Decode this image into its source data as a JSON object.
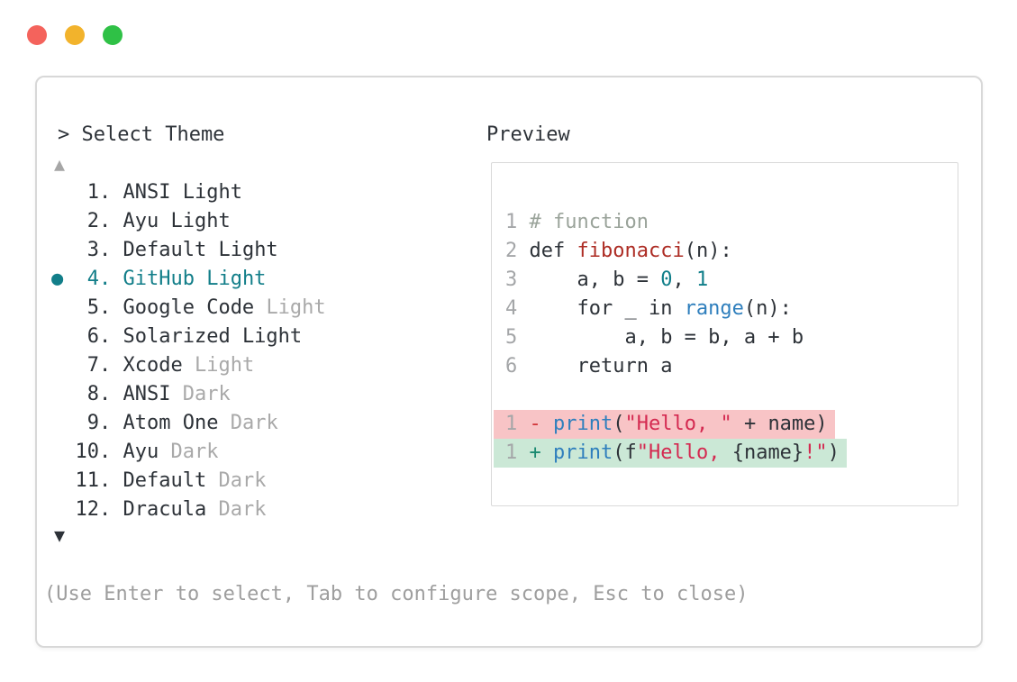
{
  "window": {
    "controls": [
      {
        "name": "close",
        "color": "#f4635c"
      },
      {
        "name": "minimize",
        "color": "#f2b32c"
      },
      {
        "name": "maximize",
        "color": "#2fc146"
      }
    ]
  },
  "dialog": {
    "title": "> Select Theme",
    "scroll_up_indicator": "▲",
    "scroll_down_indicator": "▼",
    "help_text": "(Use Enter to select, Tab to configure scope, Esc to close)",
    "theme_list": {
      "selected_number": 4,
      "bullet_glyph": "●",
      "items": [
        {
          "number": 1,
          "name": "ANSI",
          "variant": "Light",
          "variant_dimmed": false,
          "selected": false
        },
        {
          "number": 2,
          "name": "Ayu",
          "variant": "Light",
          "variant_dimmed": false,
          "selected": false
        },
        {
          "number": 3,
          "name": "Default",
          "variant": "Light",
          "variant_dimmed": false,
          "selected": false
        },
        {
          "number": 4,
          "name": "GitHub",
          "variant": "Light",
          "variant_dimmed": false,
          "selected": true
        },
        {
          "number": 5,
          "name": "Google Code",
          "variant": "Light",
          "variant_dimmed": true,
          "selected": false
        },
        {
          "number": 6,
          "name": "Solarized",
          "variant": "Light",
          "variant_dimmed": false,
          "selected": false
        },
        {
          "number": 7,
          "name": "Xcode",
          "variant": "Light",
          "variant_dimmed": true,
          "selected": false
        },
        {
          "number": 8,
          "name": "ANSI",
          "variant": "Dark",
          "variant_dimmed": true,
          "selected": false
        },
        {
          "number": 9,
          "name": "Atom One",
          "variant": "Dark",
          "variant_dimmed": true,
          "selected": false
        },
        {
          "number": 10,
          "name": "Ayu",
          "variant": "Dark",
          "variant_dimmed": true,
          "selected": false
        },
        {
          "number": 11,
          "name": "Default",
          "variant": "Dark",
          "variant_dimmed": true,
          "selected": false
        },
        {
          "number": 12,
          "name": "Dracula",
          "variant": "Dark",
          "variant_dimmed": true,
          "selected": false
        }
      ]
    },
    "preview": {
      "label": "Preview",
      "code_lines": [
        {
          "num": "1",
          "bg": null,
          "tokens": [
            {
              "c": "comment",
              "t": " # function"
            }
          ]
        },
        {
          "num": "2",
          "bg": null,
          "tokens": [
            {
              "c": "default",
              "t": " def "
            },
            {
              "c": "function",
              "t": "fibonacci"
            },
            {
              "c": "default",
              "t": "(n):"
            }
          ]
        },
        {
          "num": "3",
          "bg": null,
          "tokens": [
            {
              "c": "default",
              "t": "     a, b = "
            },
            {
              "c": "number",
              "t": "0"
            },
            {
              "c": "default",
              "t": ", "
            },
            {
              "c": "number",
              "t": "1"
            }
          ]
        },
        {
          "num": "4",
          "bg": null,
          "tokens": [
            {
              "c": "default",
              "t": "     for _ in "
            },
            {
              "c": "builtin",
              "t": "range"
            },
            {
              "c": "default",
              "t": "(n):"
            }
          ]
        },
        {
          "num": "5",
          "bg": null,
          "tokens": [
            {
              "c": "default",
              "t": "         a, b = b, a + b"
            }
          ]
        },
        {
          "num": "6",
          "bg": null,
          "tokens": [
            {
              "c": "default",
              "t": "     return a"
            }
          ]
        },
        {
          "num": "",
          "bg": null,
          "tokens": []
        },
        {
          "num": "1",
          "bg": "del",
          "tokens": [
            {
              "c": "default",
              "t": " "
            },
            {
              "c": "diff_minus",
              "t": "-"
            },
            {
              "c": "default",
              "t": " "
            },
            {
              "c": "builtin",
              "t": "print"
            },
            {
              "c": "default",
              "t": "("
            },
            {
              "c": "string",
              "t": "\"Hello, \""
            },
            {
              "c": "default",
              "t": " + name)"
            }
          ]
        },
        {
          "num": "1",
          "bg": "add",
          "tokens": [
            {
              "c": "default",
              "t": " "
            },
            {
              "c": "diff_plus",
              "t": "+"
            },
            {
              "c": "default",
              "t": " "
            },
            {
              "c": "builtin",
              "t": "print"
            },
            {
              "c": "default",
              "t": "(f"
            },
            {
              "c": "string",
              "t": "\"Hello, "
            },
            {
              "c": "default",
              "t": "{name}"
            },
            {
              "c": "string",
              "t": "!\""
            },
            {
              "c": "default",
              "t": ")"
            }
          ]
        }
      ]
    }
  },
  "colors": {
    "text": "#2d3238",
    "muted": "#a9a9a9",
    "help": "#9e9e9e",
    "accent_teal": "#127e89",
    "scroll_up": "#a6a6a6",
    "scroll_down": "#2d3238",
    "panel_border": "#d8d8d8",
    "preview_border": "#d9d9d9",
    "code": {
      "default": "#2d3238",
      "lineno": "#a4a6a8",
      "comment": "#9aa39a",
      "function": "#ad2c24",
      "number": "#0f7e89",
      "builtin": "#2f7fbd",
      "string": "#d42950",
      "diff_minus": "#d13438",
      "diff_plus": "#1b8a71",
      "del_bg": "#f8c4c6",
      "add_bg": "#cbe8d6"
    }
  }
}
